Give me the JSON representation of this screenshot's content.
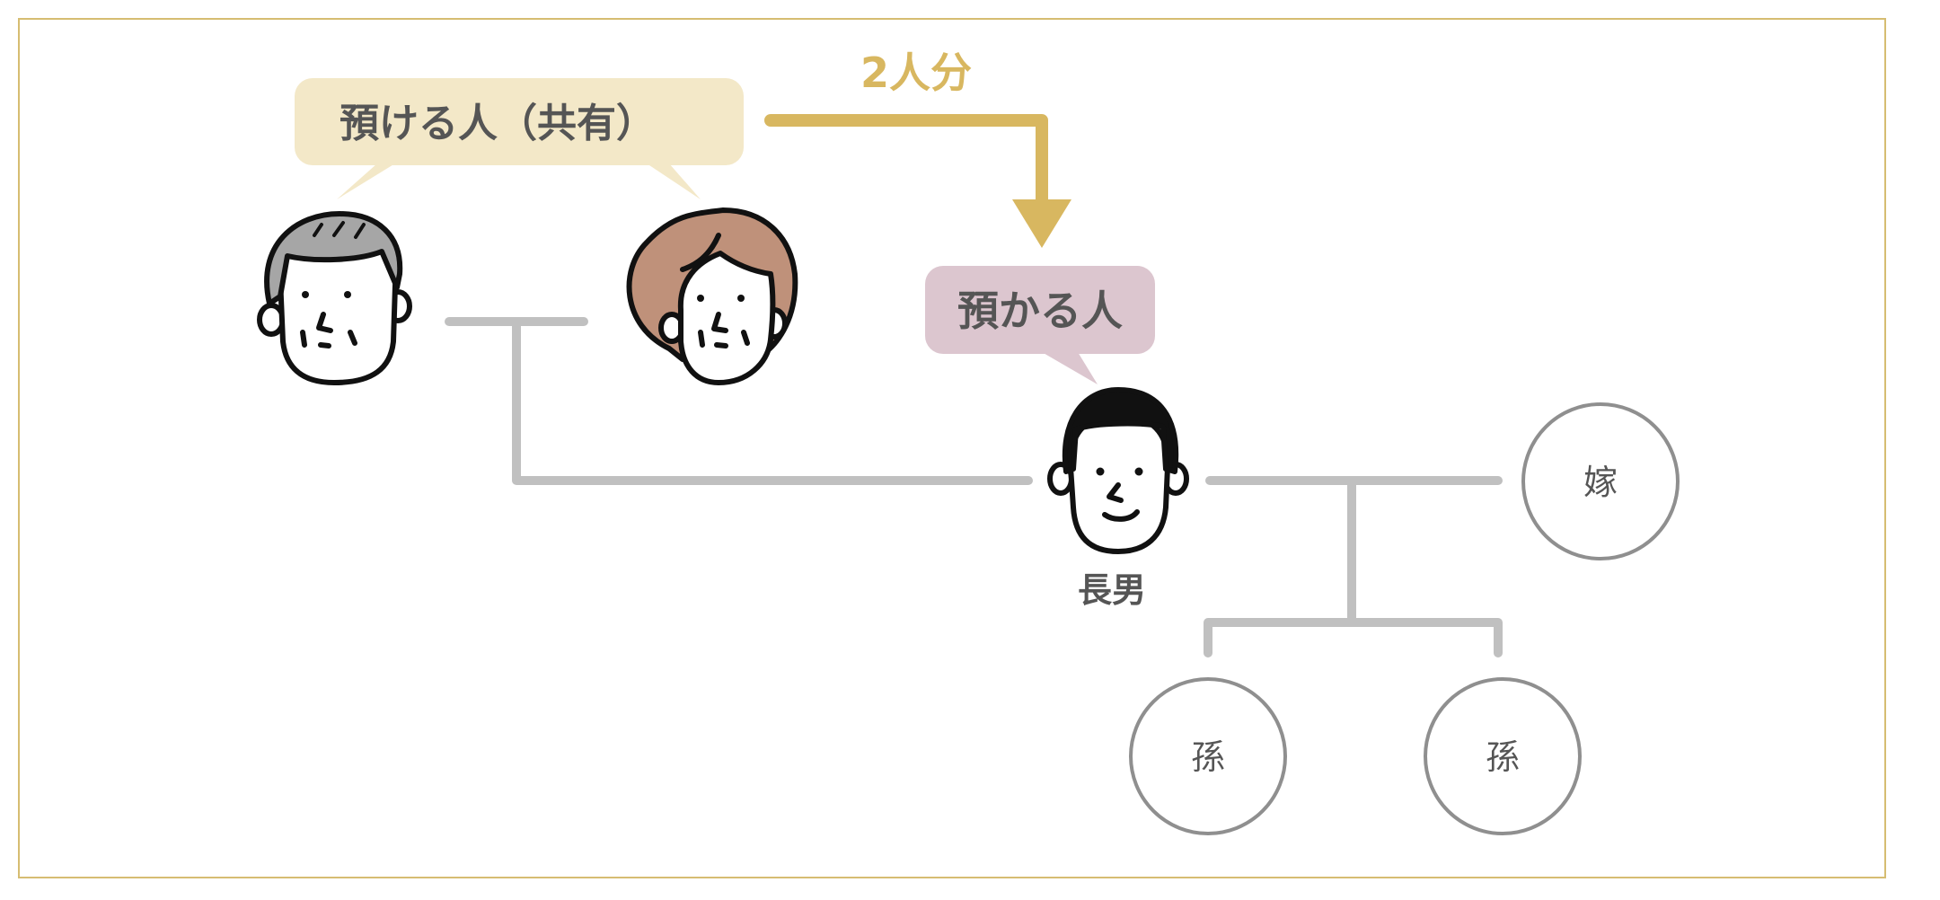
{
  "labels": {
    "depositors_bubble": "預ける人（共有）",
    "transfer_note": "2人分",
    "trustee_bubble": "預かる人",
    "eldest_son": "長男",
    "wife": "嫁",
    "grandchild_1": "孫",
    "grandchild_2": "孫"
  },
  "colors": {
    "frame": "#d6bd72",
    "depositor_bubble_fill": "#f3e8c8",
    "trustee_bubble_fill": "#dcc6cf",
    "arrow": "#d8b760",
    "connector": "#c0c0c0",
    "circle_stroke": "#8f8f8f",
    "text_dark": "#555555",
    "grandfather_hair": "#a6a6a6",
    "grandmother_hair": "#bf917a"
  }
}
